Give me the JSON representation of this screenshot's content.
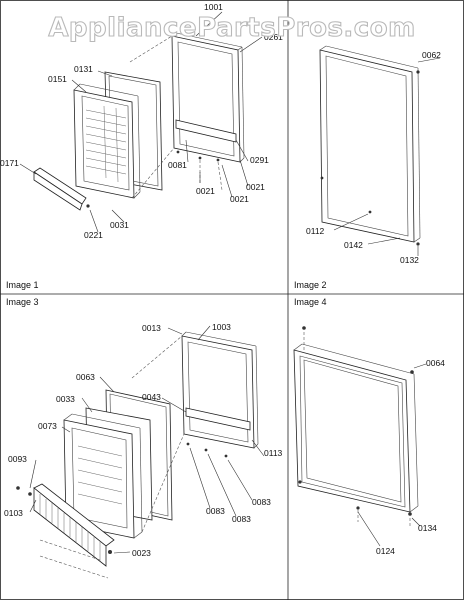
{
  "watermark": "AppliancePartsPros.com",
  "panels": [
    {
      "caption": "Image 1",
      "parts": [
        "1001",
        "0261",
        "0131",
        "0151",
        "0171",
        "0081",
        "0291",
        "0021",
        "0021",
        "0021",
        "0031",
        "0221"
      ]
    },
    {
      "caption": "Image 2",
      "parts": [
        "0062",
        "0112",
        "0142",
        "0132"
      ]
    },
    {
      "caption": "Image 3",
      "parts": [
        "0013",
        "1003",
        "0063",
        "0033",
        "0073",
        "0043",
        "0113",
        "0093",
        "0103",
        "0083",
        "0083",
        "0083",
        "0023"
      ]
    },
    {
      "caption": "Image 4",
      "parts": [
        "0064",
        "0124",
        "0134"
      ]
    }
  ]
}
